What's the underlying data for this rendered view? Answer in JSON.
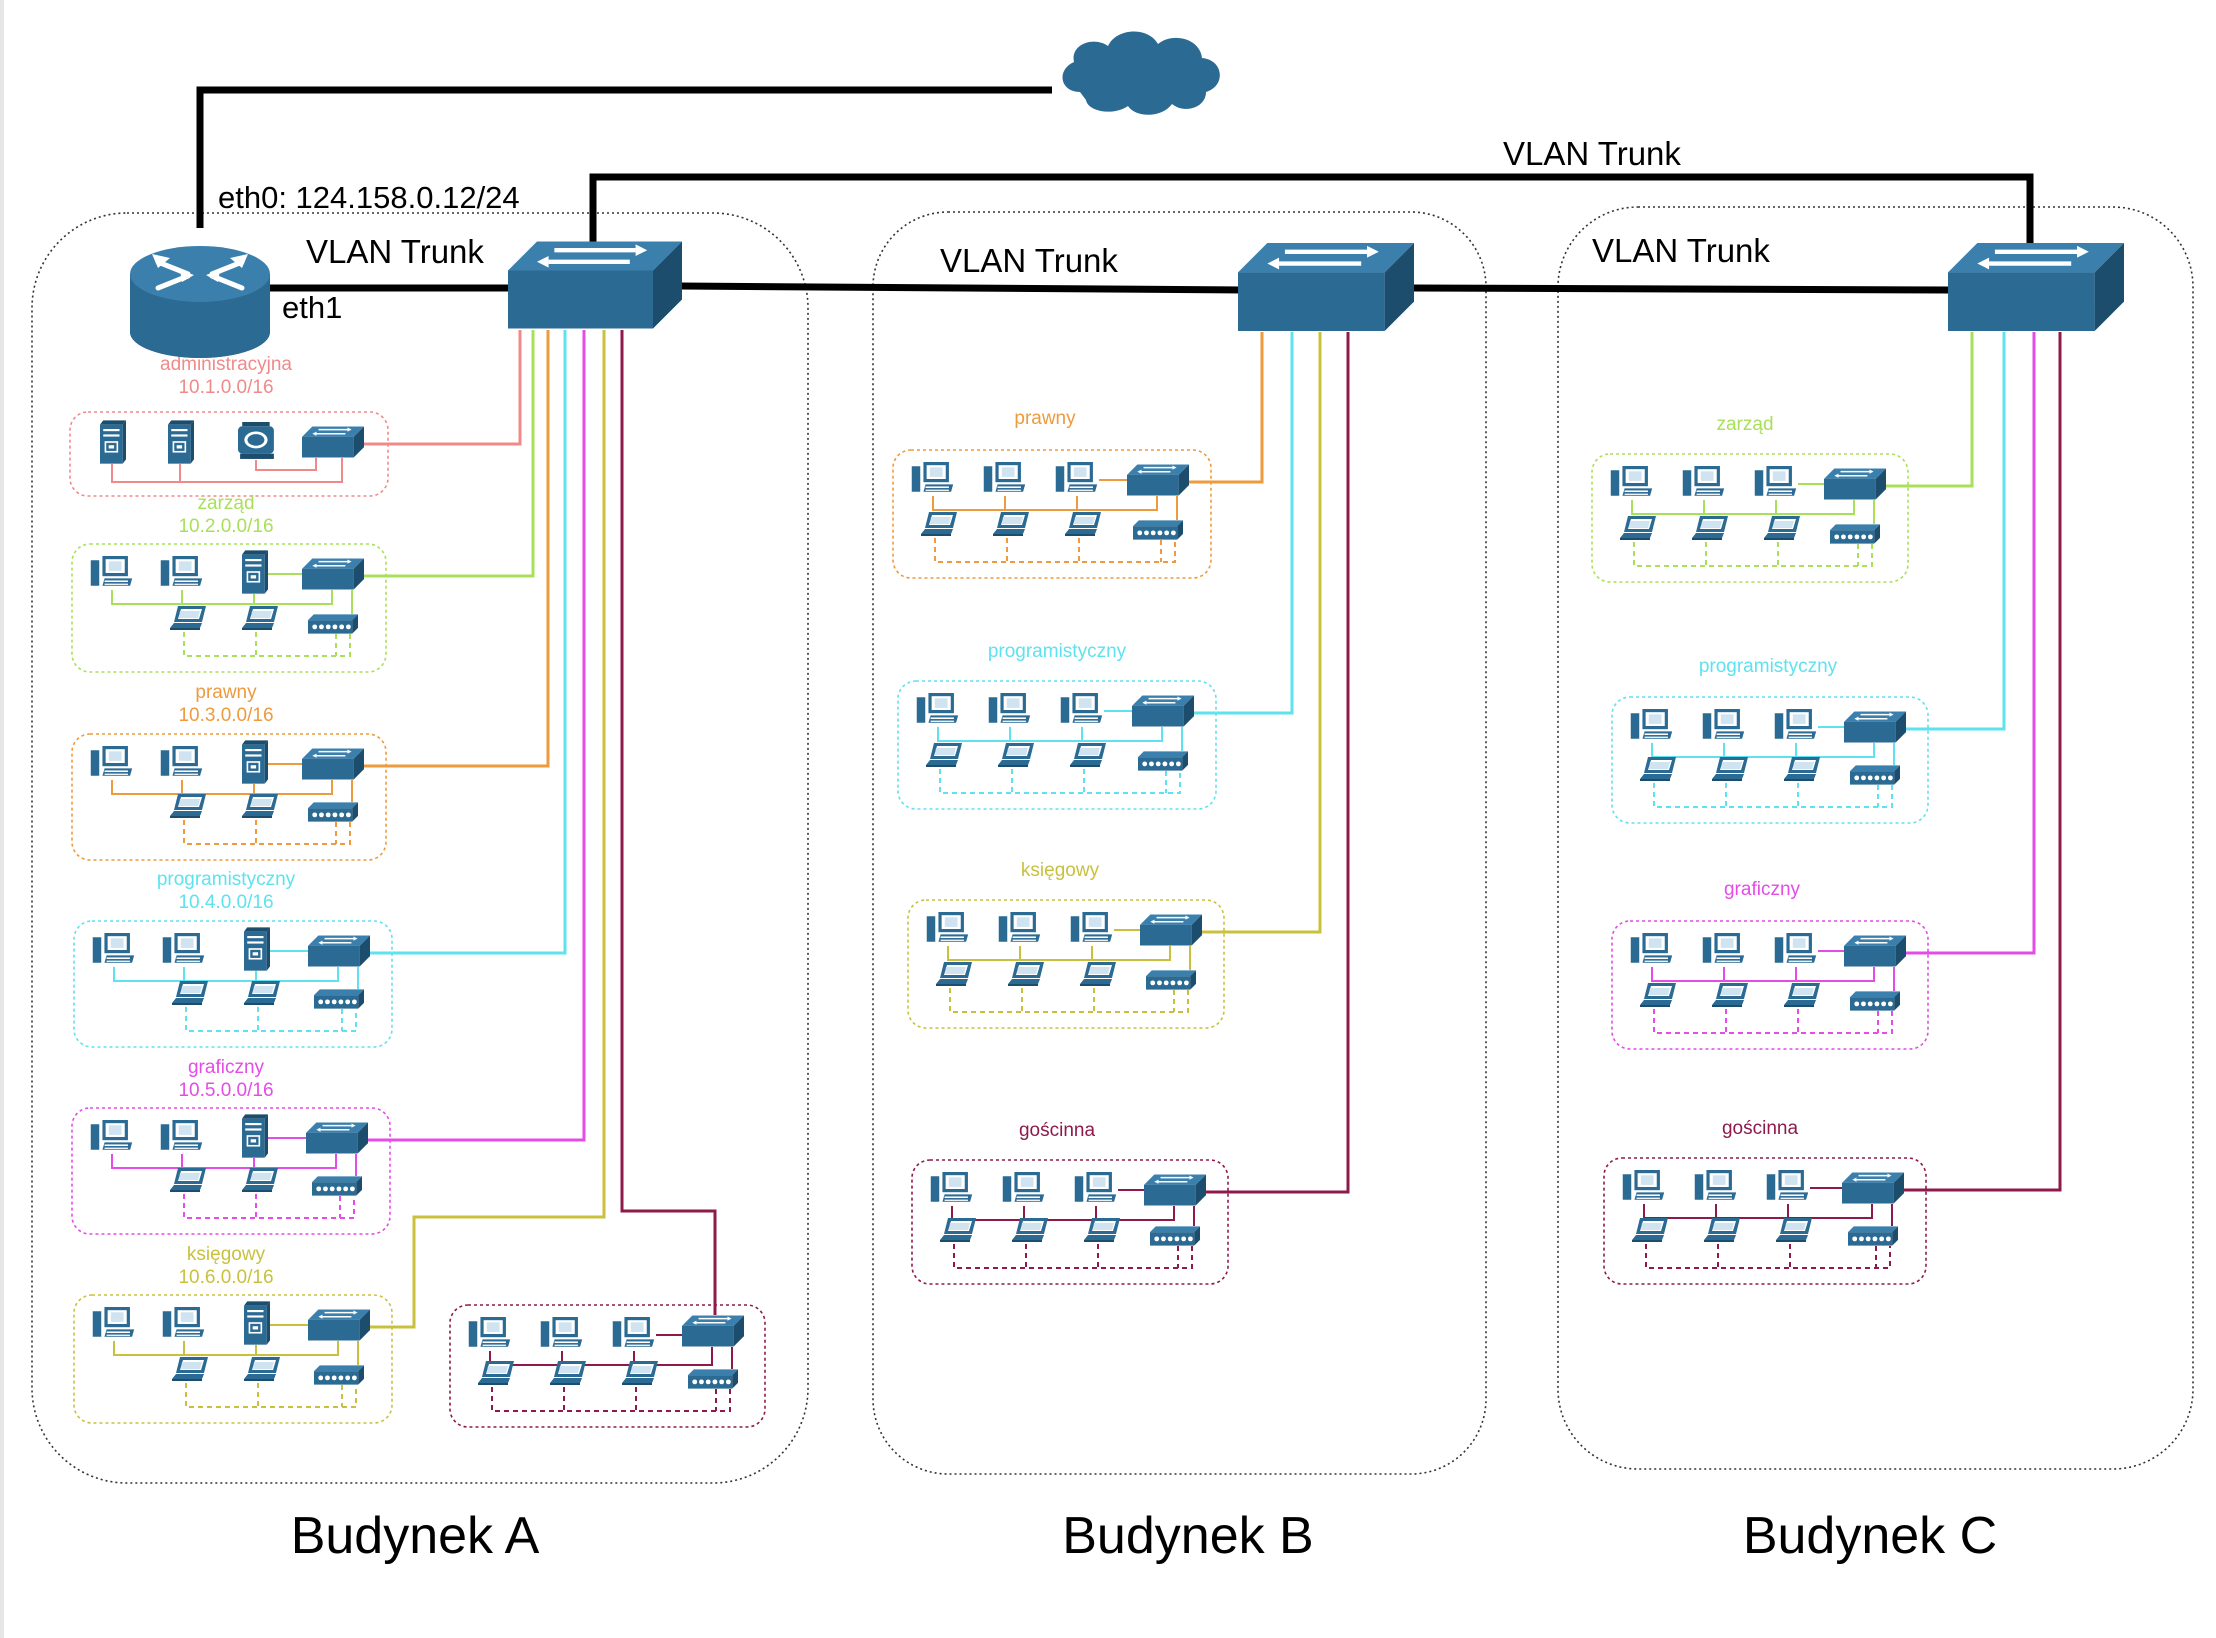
{
  "colors": {
    "device": "#2b6a93",
    "device_dark": "#1c4d6d",
    "trunk": "#000000",
    "building_border": "#333333",
    "administracyjna": "#f08a8a",
    "zarzad": "#a8e05a",
    "prawny": "#ee9a3e",
    "programistyczny": "#5ee2ef",
    "graficzny": "#e34ce6",
    "ksiegowy": "#c9c13e",
    "goscinna": "#8e1a4b"
  },
  "icons": {
    "router": "router-icon",
    "switch": "switch-icon",
    "cloud": "cloud-icon",
    "pc": "pc-icon",
    "laptop": "laptop-icon",
    "server": "server-icon",
    "hub": "hub-icon",
    "terminal": "terminal-icon"
  },
  "labels": {
    "eth0": "eth0: 124.158.0.12/24",
    "eth1": "eth1",
    "trunk_ab": "VLAN Trunk",
    "trunk_ac": "VLAN Trunk",
    "trunk_router": "VLAN Trunk",
    "trunk_bc": "VLAN Trunk"
  },
  "buildings": [
    {
      "name": "Budynek A",
      "departments": [
        {
          "name": "administracyjna",
          "subnet": "10.1.0.0/16"
        },
        {
          "name": "zarząd",
          "subnet": "10.2.0.0/16"
        },
        {
          "name": "prawny",
          "subnet": "10.3.0.0/16"
        },
        {
          "name": "programistyczny",
          "subnet": "10.4.0.0/16"
        },
        {
          "name": "graficzny",
          "subnet": "10.5.0.0/16"
        },
        {
          "name": "księgowy",
          "subnet": "10.6.0.0/16"
        },
        {
          "name": "",
          "subnet": ""
        }
      ]
    },
    {
      "name": "Budynek B",
      "departments": [
        {
          "name": "prawny",
          "subnet": ""
        },
        {
          "name": "programistyczny",
          "subnet": ""
        },
        {
          "name": "księgowy",
          "subnet": ""
        },
        {
          "name": "gościnna",
          "subnet": ""
        }
      ]
    },
    {
      "name": "Budynek C",
      "departments": [
        {
          "name": "zarząd",
          "subnet": ""
        },
        {
          "name": "programistyczny",
          "subnet": ""
        },
        {
          "name": "graficzny",
          "subnet": ""
        },
        {
          "name": "gościnna",
          "subnet": ""
        }
      ]
    }
  ]
}
